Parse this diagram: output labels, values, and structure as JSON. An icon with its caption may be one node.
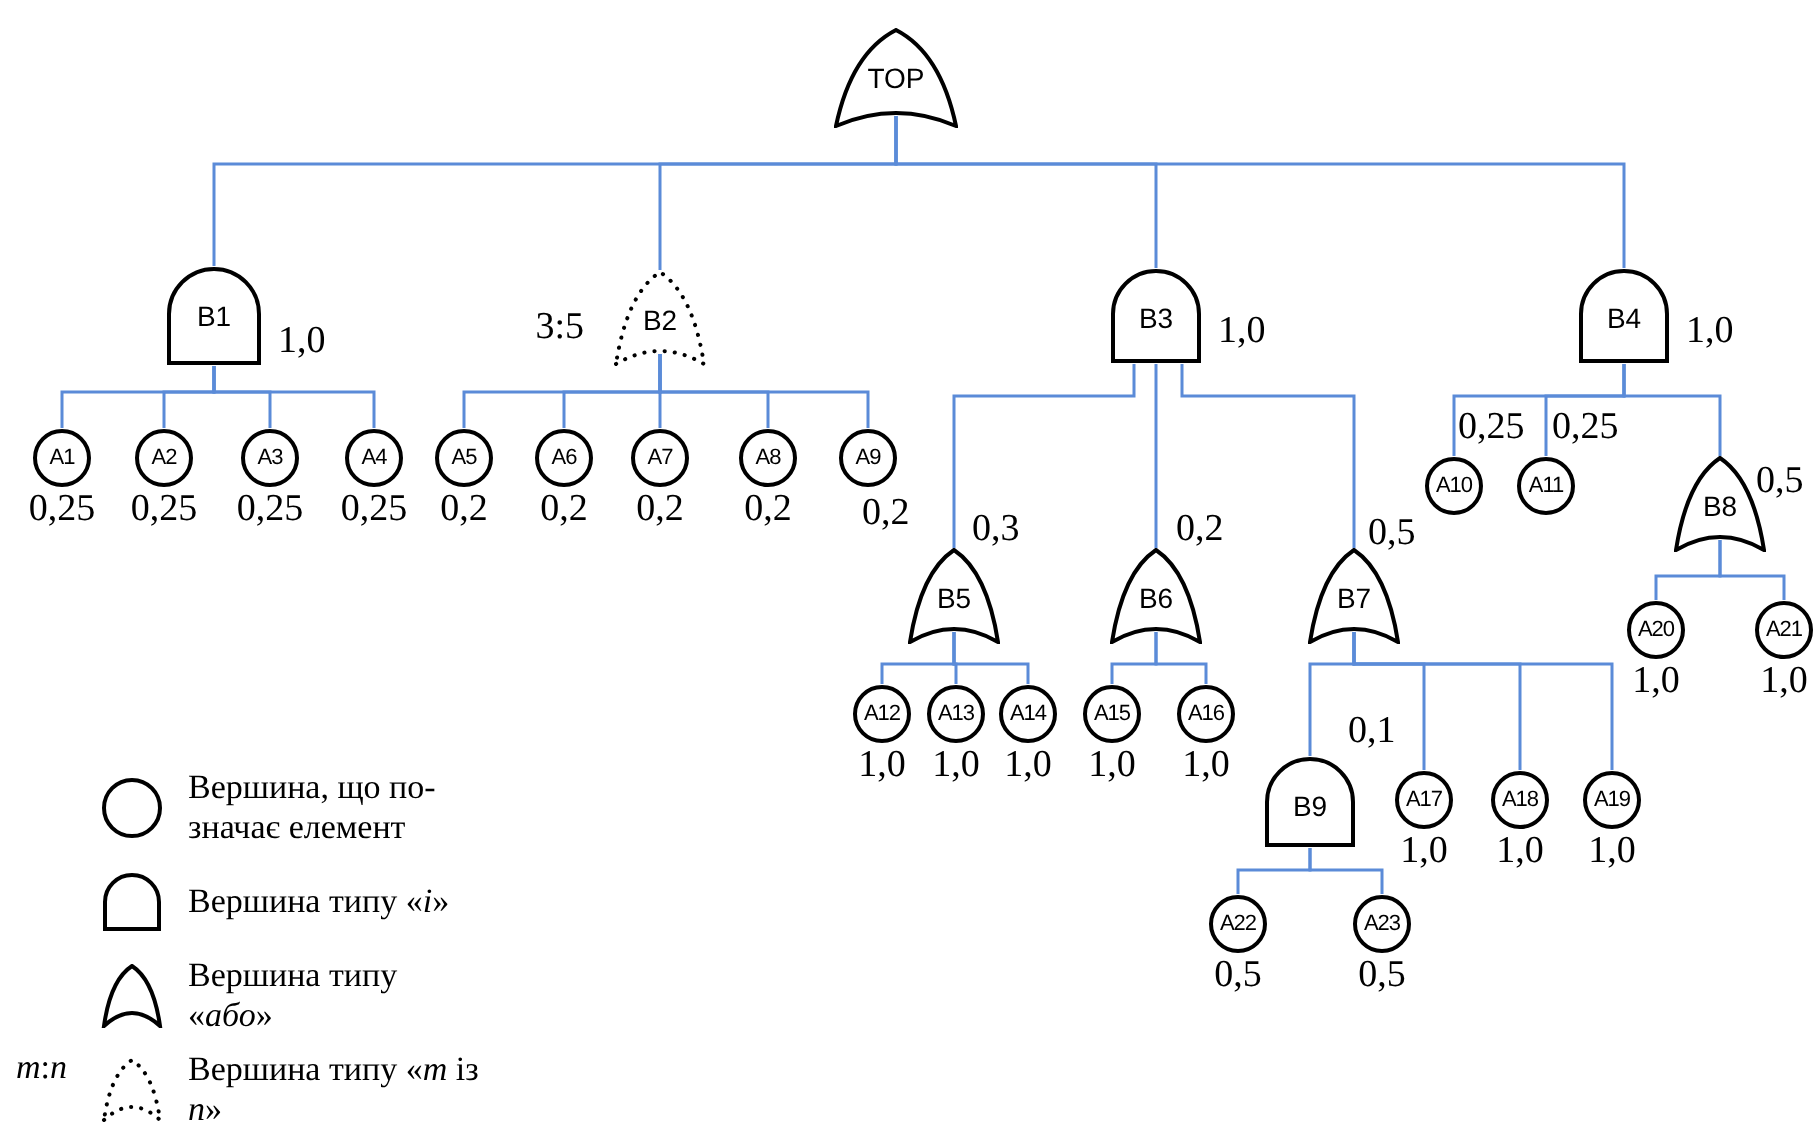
{
  "diagram": {
    "nodes": [
      {
        "text": [
          "TOP"
        ]
      },
      {
        "text": [
          "B1"
        ],
        "beside": [
          "1,0"
        ]
      },
      {
        "text": [
          "B2"
        ],
        "beside": [
          "3:5"
        ]
      },
      {
        "text": [
          "B3"
        ],
        "beside": [
          "1,0"
        ]
      },
      {
        "text": [
          "B4"
        ],
        "beside": [
          "1,0"
        ]
      },
      {
        "text": [
          "B5"
        ],
        "beside": [
          "0,3"
        ]
      },
      {
        "text": [
          "B6"
        ],
        "beside": [
          "0,2"
        ]
      },
      {
        "text": [
          "B7"
        ],
        "beside": [
          "0,5"
        ]
      },
      {
        "text": [
          "B8"
        ],
        "beside": [
          "0,5"
        ]
      },
      {
        "text": [
          "B9"
        ],
        "beside": [
          "0,1"
        ]
      },
      {
        "text": [
          "A1"
        ],
        "beside": [
          "0,25"
        ]
      },
      {
        "text": [
          "A2"
        ],
        "beside": [
          "0,25"
        ]
      },
      {
        "text": [
          "A3"
        ],
        "beside": [
          "0,25"
        ]
      },
      {
        "text": [
          "A4"
        ],
        "beside": [
          "0,25"
        ]
      },
      {
        "text": [
          "A5"
        ],
        "beside": [
          "0,2"
        ]
      },
      {
        "text": [
          "A6"
        ],
        "beside": [
          "0,2"
        ]
      },
      {
        "text": [
          "A7"
        ],
        "beside": [
          "0,2"
        ]
      },
      {
        "text": [
          "A8"
        ],
        "beside": [
          "0,2"
        ]
      },
      {
        "text": [
          "A9"
        ],
        "beside": [
          "0,2"
        ]
      },
      {
        "text": [
          "A10"
        ],
        "beside": [
          "0,25"
        ]
      },
      {
        "text": [
          "A11"
        ],
        "beside": [
          "0,25"
        ]
      },
      {
        "text": [
          "A12"
        ],
        "beside": [
          "1,0"
        ]
      },
      {
        "text": [
          "A13"
        ],
        "beside": [
          "1,0"
        ]
      },
      {
        "text": [
          "A14"
        ],
        "beside": [
          "1,0"
        ]
      },
      {
        "text": [
          "A15"
        ],
        "beside": [
          "1,0"
        ]
      },
      {
        "text": [
          "A16"
        ],
        "beside": [
          "1,0"
        ]
      },
      {
        "text": [
          "A17"
        ],
        "beside": [
          "1,0"
        ]
      },
      {
        "text": [
          "A18"
        ],
        "beside": [
          "1,0"
        ]
      },
      {
        "text": [
          "A19"
        ],
        "beside": [
          "1,0"
        ]
      },
      {
        "text": [
          "A20"
        ],
        "beside": [
          "1,0"
        ]
      },
      {
        "text": [
          "A21"
        ],
        "beside": [
          "1,0"
        ]
      },
      {
        "text": [
          "A22"
        ],
        "beside": [
          "0,5"
        ]
      },
      {
        "text": [
          "A23"
        ],
        "beside": [
          "0,5"
        ]
      }
    ],
    "edges": [
      {
        "from": 0,
        "to": 1,
        "arrow": "none"
      },
      {
        "from": 0,
        "to": 2,
        "arrow": "none"
      },
      {
        "from": 0,
        "to": 3,
        "arrow": "none"
      },
      {
        "from": 0,
        "to": 4,
        "arrow": "none"
      },
      {
        "from": 1,
        "to": 10,
        "arrow": "none"
      },
      {
        "from": 1,
        "to": 11,
        "arrow": "none"
      },
      {
        "from": 1,
        "to": 12,
        "arrow": "none"
      },
      {
        "from": 1,
        "to": 13,
        "arrow": "none"
      },
      {
        "from": 2,
        "to": 14,
        "arrow": "none"
      },
      {
        "from": 2,
        "to": 15,
        "arrow": "none"
      },
      {
        "from": 2,
        "to": 16,
        "arrow": "none"
      },
      {
        "from": 2,
        "to": 17,
        "arrow": "none"
      },
      {
        "from": 2,
        "to": 18,
        "arrow": "none"
      },
      {
        "from": 3,
        "to": 5,
        "arrow": "none"
      },
      {
        "from": 3,
        "to": 6,
        "arrow": "none"
      },
      {
        "from": 3,
        "to": 7,
        "arrow": "none"
      },
      {
        "from": 4,
        "to": 19,
        "arrow": "none"
      },
      {
        "from": 4,
        "to": 20,
        "arrow": "none"
      },
      {
        "from": 4,
        "to": 8,
        "arrow": "none"
      },
      {
        "from": 5,
        "to": 21,
        "arrow": "none"
      },
      {
        "from": 5,
        "to": 22,
        "arrow": "none"
      },
      {
        "from": 5,
        "to": 23,
        "arrow": "none"
      },
      {
        "from": 6,
        "to": 24,
        "arrow": "none"
      },
      {
        "from": 6,
        "to": 25,
        "arrow": "none"
      },
      {
        "from": 7,
        "to": 9,
        "arrow": "none"
      },
      {
        "from": 7,
        "to": 26,
        "arrow": "none"
      },
      {
        "from": 7,
        "to": 27,
        "arrow": "none"
      },
      {
        "from": 7,
        "to": 28,
        "arrow": "none"
      },
      {
        "from": 8,
        "to": 29,
        "arrow": "none"
      },
      {
        "from": 8,
        "to": 30,
        "arrow": "none"
      },
      {
        "from": 9,
        "to": 31,
        "arrow": "none"
      },
      {
        "from": 9,
        "to": 32,
        "arrow": "none"
      }
    ],
    "labels": [
      "*m*:*n*"
    ],
    "legend": [
      {
        "text": "Вершина, що по- значає елемент"
      },
      {
        "text": "Вершина типу «*і*»"
      },
      {
        "text": "Вершина типу «*або*»"
      },
      {
        "text": "Вершина типу «*m* із *n*»"
      }
    ]
  }
}
